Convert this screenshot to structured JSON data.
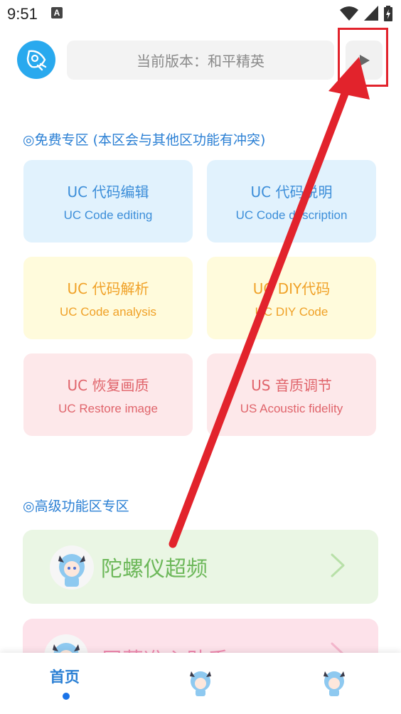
{
  "status_bar": {
    "time": "9:51",
    "notification_letter": "A"
  },
  "header": {
    "version_text": "当前版本：和平精英"
  },
  "free_section": {
    "title": "◎免费专区 (本区会与其他区功能有冲突)",
    "cards": [
      {
        "title": "UC 代码编辑",
        "subtitle": "UC Code editing"
      },
      {
        "title": "UC 代码说明",
        "subtitle": "UC Code description"
      },
      {
        "title": "UC 代码解析",
        "subtitle": "UC Code analysis"
      },
      {
        "title": "UC DIY代码",
        "subtitle": "UC DIY Code"
      },
      {
        "title": "UC 恢复画质",
        "subtitle": "UC Restore image"
      },
      {
        "title": "US 音质调节",
        "subtitle": "US Acoustic fidelity"
      }
    ]
  },
  "advanced_section": {
    "title": "◎高级功能区专区",
    "items": [
      {
        "label": "陀螺仪超频"
      },
      {
        "label": "屏幕准心助手"
      }
    ]
  },
  "bottom_nav": {
    "home_label": "首页"
  },
  "colors": {
    "accent_blue": "#2a7fd4",
    "annotation_red": "#e2232c",
    "card_blue": "#e1f2fd",
    "card_yellow": "#fffbdc",
    "card_pink": "#fde8ea",
    "green_card": "#eaf6e4"
  },
  "icons": [
    "rocket-logo-icon",
    "play-icon",
    "chevron-right-icon",
    "wifi-icon",
    "signal-icon",
    "battery-icon",
    "anime-avatar-icon"
  ]
}
